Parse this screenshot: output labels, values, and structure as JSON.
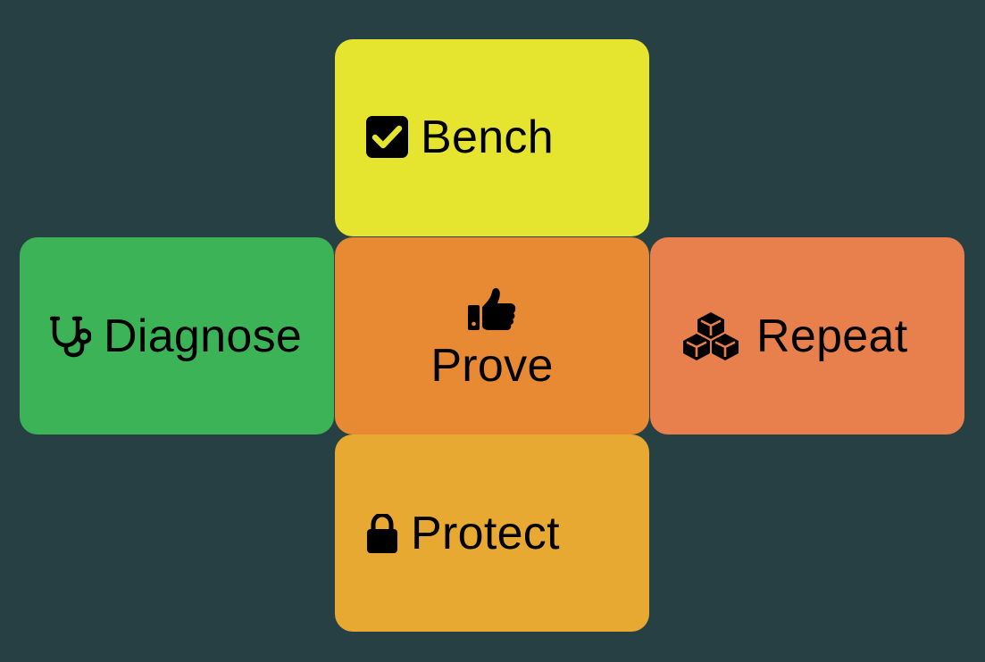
{
  "tiles": {
    "bench": {
      "label": "Bench",
      "icon": "checkbox-checked-icon",
      "color": "#E5E42F"
    },
    "diagnose": {
      "label": "Diagnose",
      "icon": "stethoscope-icon",
      "color": "#3CB356"
    },
    "prove": {
      "label": "Prove",
      "icon": "thumbs-up-icon",
      "color": "#E78A33"
    },
    "repeat": {
      "label": "Repeat",
      "icon": "cubes-icon",
      "color": "#E8804D"
    },
    "protect": {
      "label": "Protect",
      "icon": "lock-icon",
      "color": "#E7A932"
    }
  },
  "colors": {
    "background": "#274043",
    "text": "#000000"
  }
}
